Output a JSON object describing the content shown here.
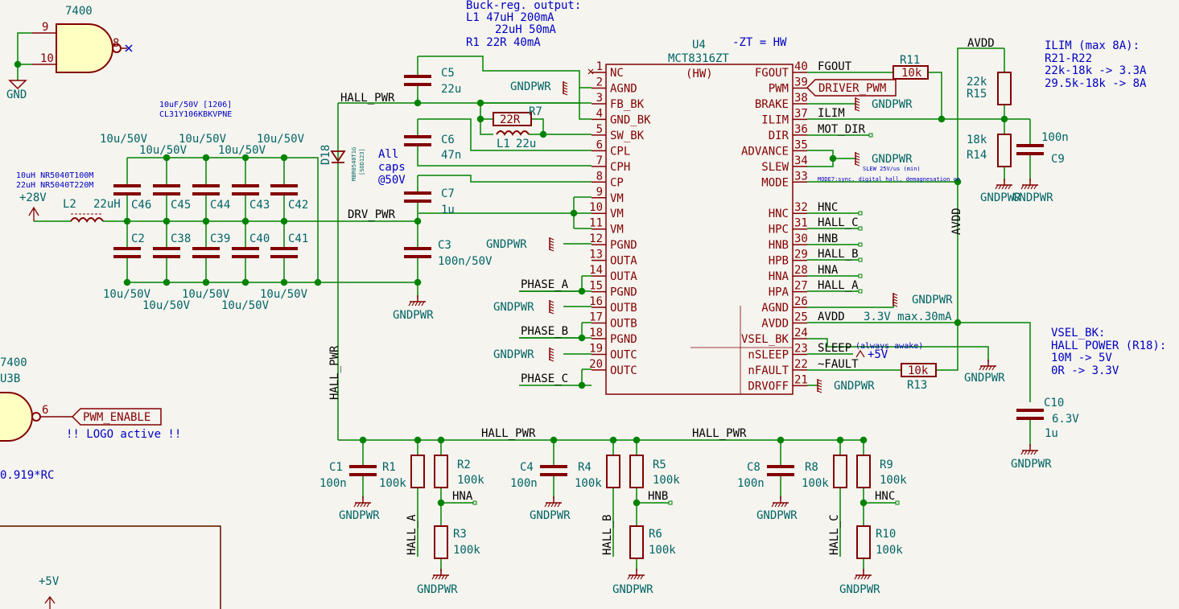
{
  "colors": {
    "background": "#f5f4ef",
    "wire": "#008400",
    "symbol": "#840000",
    "symbol_fill": "#ffffc2",
    "pin_text": "#840000",
    "net_label": "#000000",
    "ref_text": "#006464",
    "note_text": "#0000c2",
    "hier_label": "#840000"
  },
  "gates": {
    "top_type": "7400",
    "top_pins": [
      "9",
      "10",
      "8"
    ],
    "bottom_type": "7400",
    "bottom_ref": "U3B",
    "bottom_pin": "6",
    "pwm_enable": "PWM_ENABLE",
    "logo_note": "!! LOGO active !!",
    "partial_text": "0.919*RC"
  },
  "power": {
    "gnd": "GND",
    "gndpwr": "GNDPWR",
    "v28": "+28V",
    "v5": "+5V",
    "avdd": "AVDD"
  },
  "nets": {
    "hall_pwr": "HALL_PWR",
    "drv_pwr": "DRV_PWR",
    "phase_a": "PHASE_A",
    "phase_b": "PHASE_B",
    "phase_c": "PHASE_C",
    "fgout": "FGOUT",
    "ilim": "ILIM",
    "mot_dir": "MOT_DIR",
    "hnc": "HNC",
    "hall_c": "HALL_C",
    "hnb": "HNB",
    "hall_b": "HALL_B",
    "hna": "HNA",
    "hall_a": "HALL_A",
    "avdd_net": "AVDD",
    "sleep": "SLEEP",
    "fault": "~FAULT",
    "driver_pwm": "DRIVER_PWM"
  },
  "notes": {
    "buck_title": "Buck-reg. output:",
    "buck_l1": "L1   47uH 200mA",
    "buck_l1b": "22uH 50mA",
    "buck_r1": "R1   22R 40mA",
    "zt": "-ZT = HW",
    "cap_spec1": "10uF/50V [1206]",
    "cap_spec2": "CL31Y106KBKVPNE",
    "inductor1": "10uH NR5040T100M",
    "inductor2": "22uH NR5040T220M",
    "all_caps1": "All",
    "all_caps2": "caps",
    "all_caps3": "@50V",
    "ilim_title": "ILIM (max 8A):",
    "ilim_1": "R21-R22",
    "ilim_2": "22k-18k -> 3.3A",
    "ilim_3": "29.5k-18k -> 8A",
    "vsel_title": "VSEL_BK:",
    "vsel_1": "HALL POWER (R18):",
    "vsel_2": "10M -> 5V",
    "vsel_3": "0R  -> 3.3V",
    "slew": "SLEW 25V/us (min)",
    "mode": "MODE7:sync. digital hall, demagnesation on",
    "always_awake": "(always awake)",
    "avdd_max": "3.3V max.30mA",
    "diode_part": "MBR0540T1G",
    "diode_pkg": "[SOD123]"
  },
  "ic": {
    "ref": "U4",
    "value": "MCT8316ZT",
    "sub": "(HW)",
    "left_pins": [
      {
        "num": "1",
        "name": "NC"
      },
      {
        "num": "2",
        "name": "AGND"
      },
      {
        "num": "3",
        "name": "FB_BK"
      },
      {
        "num": "4",
        "name": "GND_BK"
      },
      {
        "num": "5",
        "name": "SW_BK"
      },
      {
        "num": "6",
        "name": "CPL"
      },
      {
        "num": "7",
        "name": "CPH"
      },
      {
        "num": "8",
        "name": "CP"
      },
      {
        "num": "9",
        "name": "VM"
      },
      {
        "num": "10",
        "name": "VM"
      },
      {
        "num": "11",
        "name": "VM"
      },
      {
        "num": "12",
        "name": "PGND"
      },
      {
        "num": "13",
        "name": "OUTA"
      },
      {
        "num": "14",
        "name": "OUTA"
      },
      {
        "num": "15",
        "name": "PGND"
      },
      {
        "num": "16",
        "name": "OUTB"
      },
      {
        "num": "17",
        "name": "OUTB"
      },
      {
        "num": "18",
        "name": "PGND"
      },
      {
        "num": "19",
        "name": "OUTC"
      },
      {
        "num": "20",
        "name": "OUTC"
      }
    ],
    "right_pins": [
      {
        "num": "40",
        "name": "FGOUT"
      },
      {
        "num": "39",
        "name": "PWM"
      },
      {
        "num": "38",
        "name": "BRAKE"
      },
      {
        "num": "37",
        "name": "ILIM"
      },
      {
        "num": "36",
        "name": "DIR"
      },
      {
        "num": "35",
        "name": "ADVANCE"
      },
      {
        "num": "34",
        "name": "SLEW"
      },
      {
        "num": "33",
        "name": "MODE"
      },
      {
        "num": "",
        "name": ""
      },
      {
        "num": "32",
        "name": "HNC"
      },
      {
        "num": "31",
        "name": "HPC"
      },
      {
        "num": "30",
        "name": "HNB"
      },
      {
        "num": "29",
        "name": "HPB"
      },
      {
        "num": "28",
        "name": "HNA"
      },
      {
        "num": "27",
        "name": "HPA"
      },
      {
        "num": "26",
        "name": "AGND"
      },
      {
        "num": "25",
        "name": "AVDD"
      },
      {
        "num": "24",
        "name": "VSEL_BK"
      },
      {
        "num": "23",
        "name": "nSLEEP"
      },
      {
        "num": "22",
        "name": "nFAULT"
      },
      {
        "num": "21",
        "name": "DRVOFF"
      }
    ]
  },
  "parts": {
    "c5": {
      "ref": "C5",
      "val": "22u"
    },
    "c6": {
      "ref": "C6",
      "val": "47n"
    },
    "c7": {
      "ref": "C7",
      "val": "1u"
    },
    "c3": {
      "ref": "C3",
      "val": "100n/50V"
    },
    "r7": {
      "ref": "R7",
      "val": "22R"
    },
    "l1": {
      "ref": "L1",
      "val": "22u"
    },
    "l2": {
      "ref": "L2",
      "val": "22uH"
    },
    "d18": {
      "ref": "D18"
    },
    "r11": {
      "ref": "R11",
      "val": "10k"
    },
    "r13": {
      "ref": "R13",
      "val": "10k"
    },
    "r15": {
      "ref": "R15",
      "val": "22k"
    },
    "r14": {
      "ref": "R14",
      "val": "18k"
    },
    "c9": {
      "ref": "C9",
      "val": "100n"
    },
    "c10": {
      "ref": "C10",
      "val": "6.3V",
      "val2": "1u"
    },
    "top_caps": [
      {
        "ref": "C46",
        "val": "10u/50V"
      },
      {
        "ref": "C45",
        "val": "10u/50V"
      },
      {
        "ref": "C44",
        "val": "10u/50V"
      },
      {
        "ref": "C43",
        "val": "10u/50V"
      },
      {
        "ref": "C42",
        "val": "10u/50V"
      }
    ],
    "bottom_caps": [
      {
        "ref": "C2",
        "val": "10u/50V"
      },
      {
        "ref": "C38",
        "val": "10u/50V"
      },
      {
        "ref": "C39",
        "val": "10u/50V"
      },
      {
        "ref": "C40",
        "val": "10u/50V"
      },
      {
        "ref": "C41",
        "val": "10u/50V"
      }
    ],
    "hall_groups": [
      {
        "c": "C1",
        "cv": "100n",
        "ra": "R1",
        "rav": "100k",
        "rb": "R2",
        "rbv": "100k",
        "rc": "R3",
        "rcv": "100k",
        "hn": "HNA",
        "hall": "HALL_A"
      },
      {
        "c": "C4",
        "cv": "100n",
        "ra": "R4",
        "rav": "100k",
        "rb": "R5",
        "rbv": "100k",
        "rc": "R6",
        "rcv": "100k",
        "hn": "HNB",
        "hall": "HALL_B"
      },
      {
        "c": "C8",
        "cv": "100n",
        "ra": "R8",
        "rav": "100k",
        "rb": "R9",
        "rbv": "100k",
        "rc": "R10",
        "rcv": "100k",
        "hn": "HNC",
        "hall": "HALL_C"
      }
    ]
  }
}
